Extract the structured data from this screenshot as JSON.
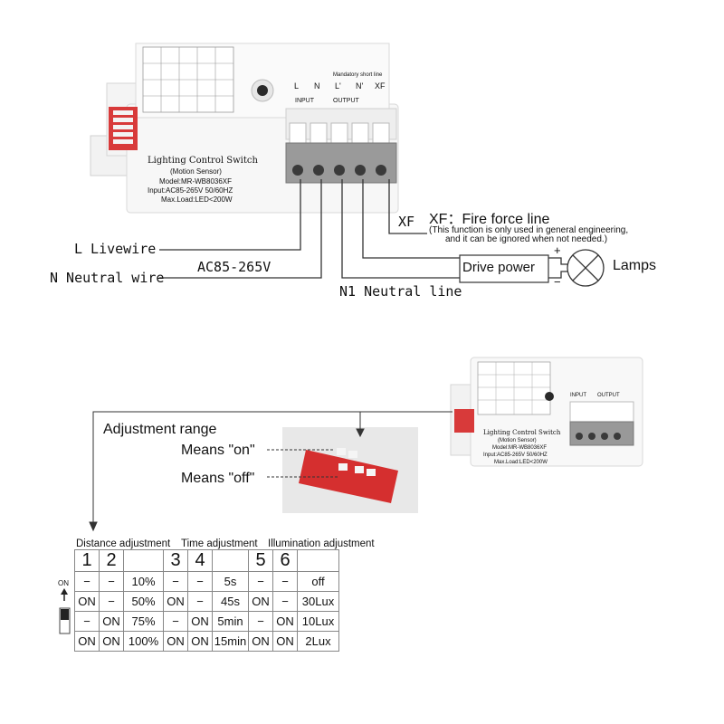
{
  "device": {
    "title": "Lighting Control Switch",
    "subtitle": "(Motion Sensor)",
    "model": "Model:MR-WB8036XF",
    "input": "Input:AC85-265V  50/60HZ",
    "max_load": "Max.Load:LED<200W",
    "terminal_header": "Mandatory short line",
    "terminals": [
      "L",
      "N",
      "L'",
      "N'",
      "XF"
    ],
    "input_label": "INPUT",
    "output_label": "OUTPUT"
  },
  "wiring": {
    "livewire": "L  Livewire",
    "neutral_wire": "N  Neutral wire",
    "voltage": "AC85-265V",
    "neutral_line": "N1  Neutral line",
    "xf_tag": "XF",
    "xf_title": "XF：Fire force line",
    "xf_note_1": "(This function is only used in general engineering,",
    "xf_note_2": "and it can be ignored when not needed.)",
    "drive_power": "Drive power",
    "plus": "+",
    "minus": "−",
    "lamps": "Lamps"
  },
  "adjustment": {
    "title": "Adjustment range",
    "means_on": "Means \"on\"",
    "means_off": "Means \"off\"",
    "switch_on_label": "ON"
  },
  "dip_table": {
    "group_labels": [
      "Distance adjustment",
      "Time adjustment",
      "Illumination adjustment"
    ],
    "switch_numbers": [
      "1",
      "2",
      "",
      "3",
      "4",
      "",
      "5",
      "6",
      ""
    ],
    "rows": [
      [
        "−",
        "−",
        "10%",
        "−",
        "−",
        "5s",
        "−",
        "−",
        "off"
      ],
      [
        "ON",
        "−",
        "50%",
        "ON",
        "−",
        "45s",
        "ON",
        "−",
        "30Lux"
      ],
      [
        "−",
        "ON",
        "75%",
        "−",
        "ON",
        "5min",
        "−",
        "ON",
        "10Lux"
      ],
      [
        "ON",
        "ON",
        "100%",
        "ON",
        "ON",
        "15min",
        "ON",
        "ON",
        "2Lux"
      ]
    ]
  }
}
